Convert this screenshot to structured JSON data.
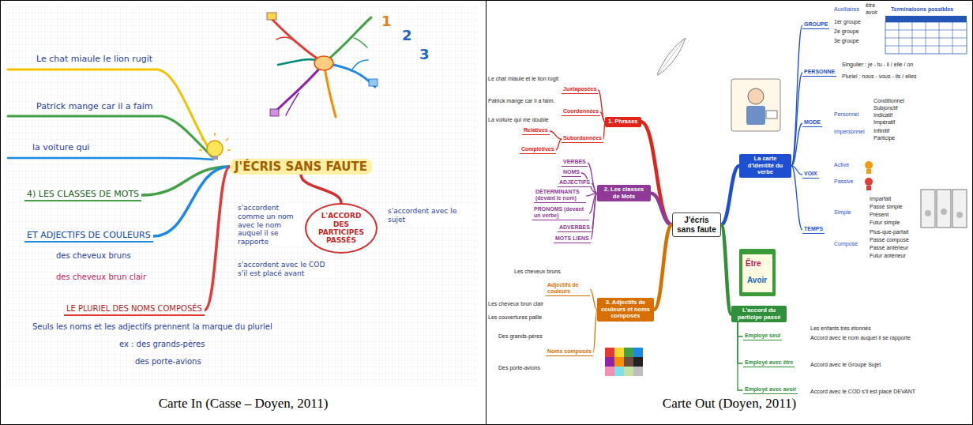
{
  "diagram": {
    "nodes": [
      {
        "text": [
          "Carte In (Casse – Doyen, 2011)"
        ]
      },
      {
        "text": [
          "Carte Out (Doyen, 2011)"
        ]
      },
      {
        "text": [
          "J'ÉCRIS SANS FAUTE"
        ],
        "in": 0
      },
      {
        "text": [
          "L'ACCORD DES PARTICIPES PASSÉS"
        ],
        "in": 0
      },
      {
        "text": [
          "4) LES CLASSES DE MOTS"
        ],
        "in": 0
      },
      {
        "text": [
          "ET ADJECTIFS DE COULEURS"
        ],
        "in": 0
      },
      {
        "text": [
          "LE PLURIEL DES NOMS COMPOSÉS"
        ],
        "in": 0
      },
      {
        "text": [
          "J'écris sans faute"
        ],
        "in": 1
      },
      {
        "text": [
          "1. Phrases"
        ],
        "in": 1
      },
      {
        "text": [
          "Juxtaposées"
        ],
        "in": 1
      },
      {
        "text": [
          "Coordonnées"
        ],
        "in": 1
      },
      {
        "text": [
          "Subordonnées"
        ],
        "in": 1
      },
      {
        "text": [
          "Relatives"
        ],
        "in": 1
      },
      {
        "text": [
          "Complétives"
        ],
        "in": 1
      },
      {
        "text": [
          "2. Les classes de Mots"
        ],
        "in": 1
      },
      {
        "text": [
          "VERBES"
        ],
        "in": 1
      },
      {
        "text": [
          "NOMS"
        ],
        "in": 1
      },
      {
        "text": [
          "ADJECTIFS"
        ],
        "in": 1
      },
      {
        "text": [
          "DÉTERMINANTS (devant le nom)"
        ],
        "in": 1
      },
      {
        "text": [
          "PRONOMS (devant un verbe)"
        ],
        "in": 1
      },
      {
        "text": [
          "ADVERBES"
        ],
        "in": 1
      },
      {
        "text": [
          "MOTS LIENS"
        ],
        "in": 1
      },
      {
        "text": [
          "3. Adjectifs de couleurs et noms composés"
        ],
        "in": 1
      },
      {
        "text": [
          "Adjectifs de couleurs"
        ],
        "in": 1
      },
      {
        "text": [
          "Noms composés"
        ],
        "in": 1
      },
      {
        "text": [
          "La carte d'identité du verbe"
        ],
        "in": 1
      },
      {
        "text": [
          "GROUPE"
        ],
        "in": 1
      },
      {
        "text": [
          "PERSONNE"
        ],
        "in": 1
      },
      {
        "text": [
          "MODE"
        ],
        "in": 1
      },
      {
        "text": [
          "VOIX"
        ],
        "in": 1
      },
      {
        "text": [
          "TEMPS"
        ],
        "in": 1
      },
      {
        "text": [
          "L'accord du participe passé"
        ],
        "in": 1
      },
      {
        "text": [
          "Employé seul"
        ],
        "in": 1
      },
      {
        "text": [
          "Employé avec être"
        ],
        "in": 1
      },
      {
        "text": [
          "Employé avec avoir"
        ],
        "in": 1
      }
    ],
    "edges": [
      {
        "from": 2,
        "to": 3,
        "arrow": "none"
      },
      {
        "from": 2,
        "to": 4,
        "arrow": "none"
      },
      {
        "from": 2,
        "to": 5,
        "arrow": "none"
      },
      {
        "from": 2,
        "to": 6,
        "arrow": "none"
      },
      {
        "from": 7,
        "to": 8,
        "arrow": "none"
      },
      {
        "from": 7,
        "to": 14,
        "arrow": "none"
      },
      {
        "from": 7,
        "to": 22,
        "arrow": "none"
      },
      {
        "from": 7,
        "to": 25,
        "arrow": "none"
      },
      {
        "from": 7,
        "to": 31,
        "arrow": "none"
      },
      {
        "from": 8,
        "to": 9,
        "arrow": "none"
      },
      {
        "from": 8,
        "to": 10,
        "arrow": "none"
      },
      {
        "from": 8,
        "to": 11,
        "arrow": "none"
      },
      {
        "from": 11,
        "to": 12,
        "arrow": "none"
      },
      {
        "from": 11,
        "to": 13,
        "arrow": "none"
      },
      {
        "from": 14,
        "to": 15,
        "arrow": "none"
      },
      {
        "from": 14,
        "to": 16,
        "arrow": "none"
      },
      {
        "from": 14,
        "to": 17,
        "arrow": "none"
      },
      {
        "from": 14,
        "to": 18,
        "arrow": "none"
      },
      {
        "from": 14,
        "to": 19,
        "arrow": "none"
      },
      {
        "from": 14,
        "to": 20,
        "arrow": "none"
      },
      {
        "from": 14,
        "to": 21,
        "arrow": "none"
      },
      {
        "from": 22,
        "to": 23,
        "arrow": "none"
      },
      {
        "from": 22,
        "to": 24,
        "arrow": "none"
      },
      {
        "from": 25,
        "to": 26,
        "arrow": "none"
      },
      {
        "from": 25,
        "to": 27,
        "arrow": "none"
      },
      {
        "from": 25,
        "to": 28,
        "arrow": "none"
      },
      {
        "from": 25,
        "to": 29,
        "arrow": "none"
      },
      {
        "from": 25,
        "to": 30,
        "arrow": "none"
      },
      {
        "from": 31,
        "to": 32,
        "arrow": "none"
      },
      {
        "from": 31,
        "to": 33,
        "arrow": "none"
      },
      {
        "from": 31,
        "to": 34,
        "arrow": "none"
      }
    ],
    "labels": [
      "1",
      "2",
      "3",
      "Le chat miaule le lion rugit",
      "Patrick mange car il a faim",
      "la voiture qui",
      "des cheveux bruns",
      "des cheveux brun clair",
      "Seuls les noms et les adjectifs prennent la marque du pluriel",
      "ex : des grands-pères",
      "des porte-avions",
      "s'accordent comme un nom avec le nom auquel il se rapporte",
      "s'accordent avec le sujet",
      "s'accordent avec le COD s'il est placé avant",
      "Le chat miaule et le lion rugit",
      "Patrick mange car il a faim.",
      "La voiture qui me double",
      "Les cheveux bruns",
      "Les cheveux brun clair",
      "Les couvertures paille",
      "Des grands-pères",
      "Des porte-avions",
      "Auxiliaires",
      "être",
      "avoir",
      "1er groupe",
      "2e groupe",
      "3e groupe",
      "Terminaisons possibles",
      "Singulier : je - tu - il / elle / on",
      "Pluriel : nous - vous - ils / elles",
      "Personnel",
      "Conditionnel",
      "Subjonctif",
      "Indicatif",
      "Impératif",
      "Impersonnel",
      "Infinitif",
      "Participe",
      "Active",
      "Passive",
      "Simple",
      "Imparfait",
      "Passé simple",
      "Présent",
      "Futur simple",
      "Composé",
      "Plus-que-parfait",
      "Passé composé",
      "Passé antérieur",
      "Futur antérieur",
      "Être",
      "Avoir",
      "Les enfants très étonnés",
      "Accord avec le nom auquel il se rapporte",
      "Accord avec le Groupe Sujet",
      "Accord avec le COD s'il est placé DEVANT"
    ]
  }
}
